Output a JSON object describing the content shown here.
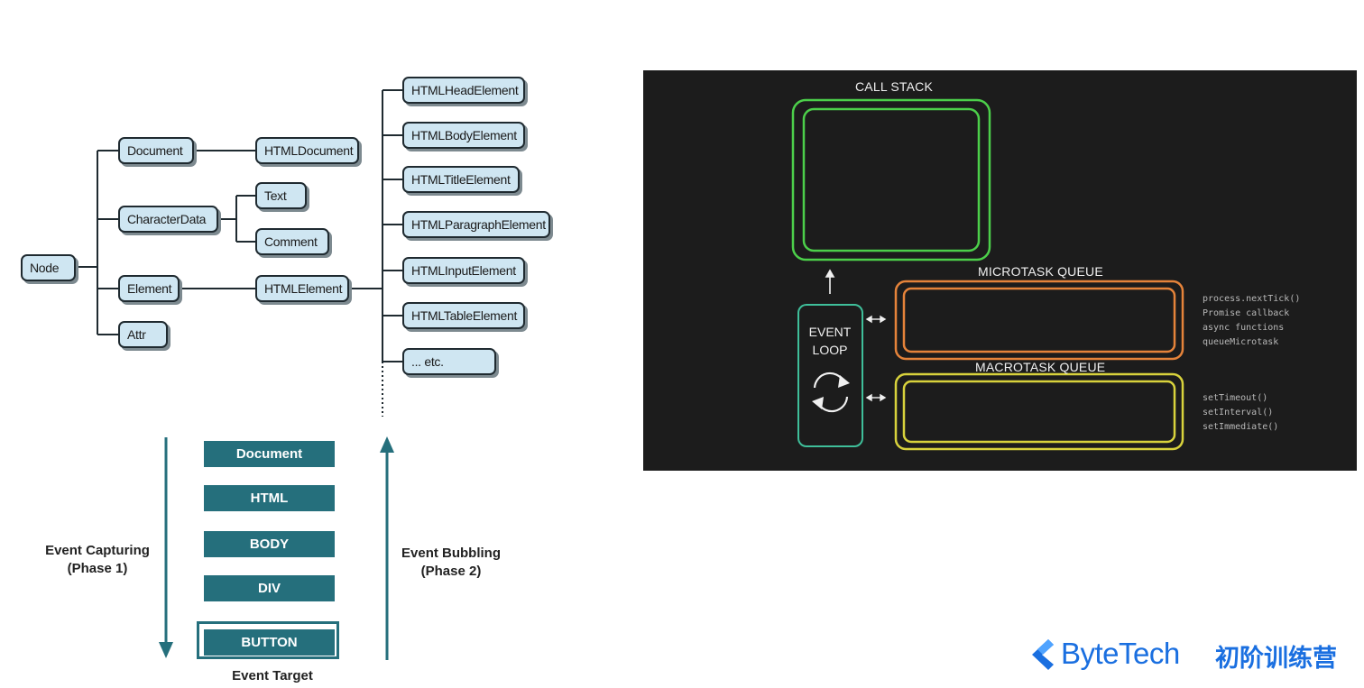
{
  "dom_tree": {
    "nodes": {
      "node": "Node",
      "document": "Document",
      "character_data": "CharacterData",
      "element": "Element",
      "attr": "Attr",
      "html_document": "HTMLDocument",
      "text": "Text",
      "comment": "Comment",
      "html_element": "HTMLElement",
      "html_head_element": "HTMLHeadElement",
      "html_body_element": "HTMLBodyElement",
      "html_title_element": "HTMLTitleElement",
      "html_paragraph_element": "HTMLParagraphElement",
      "html_input_element": "HTMLInputElement",
      "html_table_element": "HTMLTableElement",
      "etc": "... etc."
    }
  },
  "event_flow": {
    "layers": [
      "Document",
      "HTML",
      "BODY",
      "DIV",
      "BUTTON"
    ],
    "capturing_label": [
      "Event Capturing",
      "(Phase 1)"
    ],
    "bubbling_label": [
      "Event Bubbling",
      "(Phase 2)"
    ],
    "target_label": "Event Target",
    "colors": {
      "box": "#256f7c"
    }
  },
  "event_loop": {
    "call_stack": "CALL STACK",
    "microtask_queue": "MICROTASK QUEUE",
    "macrotask_queue": "MACROTASK QUEUE",
    "event_loop_label": [
      "EVENT",
      "LOOP"
    ],
    "microtask_sources": [
      "process.nextTick()",
      "Promise callback",
      "async functions",
      "queueMicrotask"
    ],
    "macrotask_sources": [
      "setTimeout()",
      "setInterval()",
      "setImmediate()"
    ],
    "colors": {
      "background": "#1c1c1c",
      "call_stack": "#4ccf4a",
      "microtask": "#e5833a",
      "macrotask": "#d8d23c",
      "event_loop": "#3fbf9a"
    }
  },
  "brand": {
    "name": "ByteTech",
    "subtitle": "初阶训练营",
    "color": "#1a6fe0"
  }
}
